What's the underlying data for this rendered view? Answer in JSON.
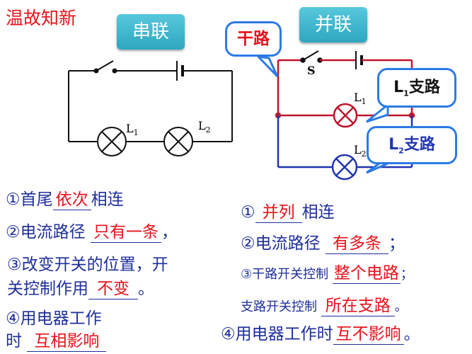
{
  "title": "温故知新",
  "series_box": {
    "label": "串联"
  },
  "parallel_box": {
    "label": "并联"
  },
  "callouts": {
    "main_road": "干路",
    "branch1": {
      "base": "L",
      "sub": "1",
      "text": "支路"
    },
    "branch2": {
      "base": "L",
      "sub": "2",
      "text": "支路"
    }
  },
  "series_circuit": {
    "lamp1": {
      "base": "L",
      "sub": "1"
    },
    "lamp2": {
      "base": "L",
      "sub": "2"
    }
  },
  "parallel_circuit": {
    "switch": "S",
    "lamp1": {
      "base": "L",
      "sub": "1"
    },
    "lamp2": {
      "base": "L",
      "sub": "2"
    }
  },
  "left_notes": {
    "n1": {
      "prefix": "①首尾",
      "answer": "依次",
      "suffix": "相连"
    },
    "n2": {
      "prefix": "②电流路径",
      "answer": "只有一条",
      "suffix": "，"
    },
    "n3": {
      "line1": "③改变开关的位置，开",
      "line2_prefix": "关控制作用",
      "answer": "不变",
      "suffix": "。"
    },
    "n4": {
      "line1": "④用电器工作",
      "line2_prefix": "时",
      "answer": "互相影响"
    }
  },
  "right_notes": {
    "n1": {
      "prefix": "①",
      "answer": "并列",
      "suffix": "相连"
    },
    "n2": {
      "prefix": "②电流路径",
      "answer": "有多条",
      "suffix": "；"
    },
    "n3": {
      "prefix": "③干路开关控制",
      "answer": "整个电路",
      "suffix": "；"
    },
    "n3b": {
      "prefix": "支路开关控制",
      "answer": "所在支路",
      "suffix": "。"
    },
    "n4": {
      "prefix": "④用电器工作时",
      "answer": "互不影响",
      "suffix": "。"
    }
  }
}
